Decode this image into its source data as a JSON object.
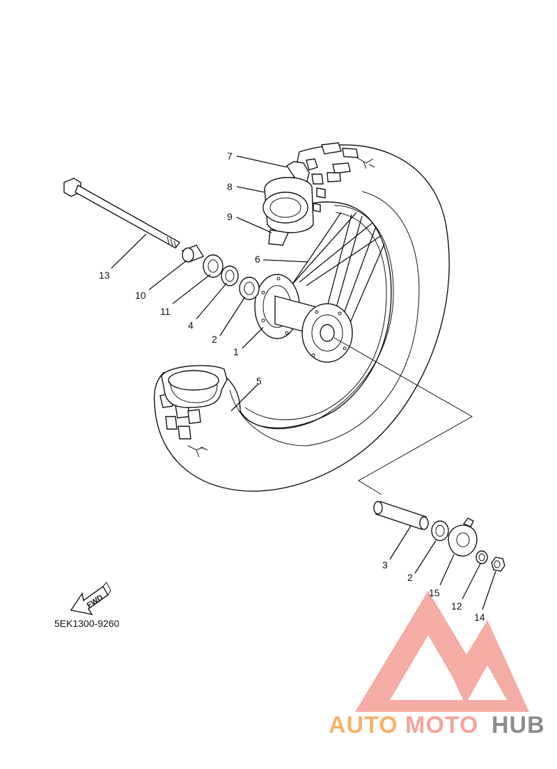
{
  "diagram": {
    "part_code": "5EK1300-9260",
    "direction_label": "FWD",
    "callouts": [
      {
        "id": "c1",
        "label": "1"
      },
      {
        "id": "c2a",
        "label": "2"
      },
      {
        "id": "c2b",
        "label": "2"
      },
      {
        "id": "c3",
        "label": "3"
      },
      {
        "id": "c4",
        "label": "4"
      },
      {
        "id": "c5",
        "label": "5"
      },
      {
        "id": "c6",
        "label": "6"
      },
      {
        "id": "c7",
        "label": "7"
      },
      {
        "id": "c8",
        "label": "8"
      },
      {
        "id": "c9",
        "label": "9"
      },
      {
        "id": "c10",
        "label": "10"
      },
      {
        "id": "c11",
        "label": "11"
      },
      {
        "id": "c12",
        "label": "12"
      },
      {
        "id": "c13",
        "label": "13"
      },
      {
        "id": "c14",
        "label": "14"
      },
      {
        "id": "c15",
        "label": "15"
      }
    ]
  },
  "watermark": {
    "word_part1": "AUTO",
    "word_part2": "MOTO",
    "word_part3": "HUB",
    "color_orange": "#f5b26b",
    "color_red": "#f3a39b",
    "color_gray": "#8c8c8c"
  },
  "colors": {
    "line": "#111111",
    "background": "#ffffff"
  }
}
